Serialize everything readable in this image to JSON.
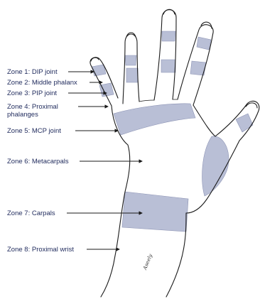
{
  "figure": {
    "zones": [
      {
        "id": "zone-1",
        "label": "Zone 1: DIP joint"
      },
      {
        "id": "zone-2",
        "label": "Zone 2: Middle phalanx"
      },
      {
        "id": "zone-3",
        "label": "Zone 3: PIP joint"
      },
      {
        "id": "zone-4",
        "label": "Zone 4: Proximal phalanges"
      },
      {
        "id": "zone-5",
        "label": "Zone 5: MCP joint"
      },
      {
        "id": "zone-6",
        "label": "Zone 6: Metacarpals"
      },
      {
        "id": "zone-7",
        "label": "Zone 7: Carpals"
      },
      {
        "id": "zone-8",
        "label": "Zone 8: Proximal wrist"
      }
    ],
    "signature": "Aseely",
    "colors": {
      "band_fill": "#b9bfd6",
      "band_edge": "#8c93b4",
      "outline": "#1a1a1a",
      "label_text": "#1f2a5c",
      "arrow": "#1a1a1a"
    }
  }
}
